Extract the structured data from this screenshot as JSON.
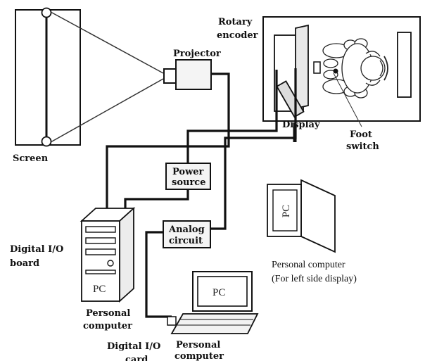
{
  "labels": {
    "screen": "Screen",
    "projector": "Projector",
    "rotary_encoder": [
      "Rotary",
      "encoder"
    ],
    "display": "Display",
    "foot_switch": [
      "Foot",
      "switch"
    ],
    "power_source": [
      "Power",
      "source"
    ],
    "analog_circuit": [
      "Analog",
      "circuit"
    ],
    "digital_io_board": [
      "Digital I/O",
      "board"
    ],
    "pc_tower": "PC",
    "personal_computer_desktop": [
      "Personal",
      "computer"
    ],
    "pc_laptop": "PC",
    "digital_io_card": [
      "Digital I/O",
      "card"
    ],
    "personal_computer_laptop": [
      "Personal",
      "computer"
    ],
    "pc_left_display": "PC",
    "left_display_caption": [
      "Personal computer",
      "(For left side display)"
    ]
  },
  "colors": {
    "line": "#111111",
    "device_fill": "#f4f4f4",
    "screen_fill": "#ffffff"
  }
}
